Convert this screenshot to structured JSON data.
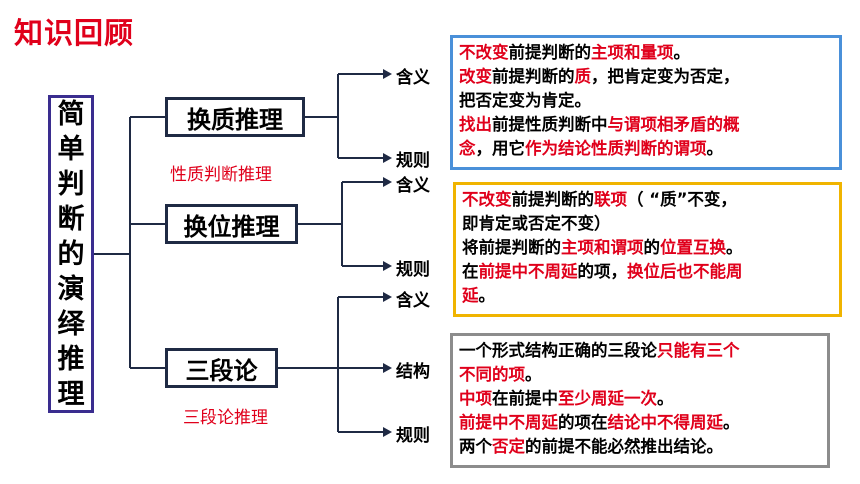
{
  "title": "知识回顾",
  "root": {
    "chars": [
      "简",
      "单",
      "判",
      "断",
      "的",
      "演",
      "绎",
      "推",
      "理"
    ]
  },
  "branches": [
    {
      "label": "换质推理",
      "subtitle": "性质判断推理",
      "leaf_a": "含义",
      "leaf_b": "规则"
    },
    {
      "label": "换位推理",
      "leaf_a": "含义",
      "leaf_b": "规则"
    },
    {
      "label": "三段论",
      "subtitle": "三段论推理",
      "leaf_a": "含义",
      "leaf_b": "结构",
      "leaf_c": "规则"
    }
  ],
  "panels": {
    "p1": {
      "border_color": "#4a90d9",
      "l1": {
        "a": "不改变",
        "b": "前提判断的",
        "c": "主项和量项",
        "d": "。"
      },
      "l2": {
        "a": "改变",
        "b": "前提判断的",
        "c": "质",
        "d": "，把肯定变为否定，"
      },
      "l3": "把否定变为肯定。",
      "l4": {
        "a": "找出",
        "b": "前提性质判断中",
        "c": "与谓项相矛盾的概"
      },
      "l5": {
        "a": "念",
        "b": "，用它",
        "c": "作为结论性质判断的谓项",
        "d": "。"
      }
    },
    "p2": {
      "border_color": "#f0b400",
      "l1": {
        "a": "不改变",
        "b": "前提判断的",
        "c": "联项",
        "d": "（ “质”不变，"
      },
      "l2": "即肯定或否定不变）",
      "l3": {
        "a": "将前提判断的",
        "b": "主项和谓项",
        "c": "的",
        "d": "位置互换",
        "e": "。"
      },
      "l4": {
        "a": "在",
        "b": "前提中不周延",
        "c": "的项，",
        "d": "换位后也不能周"
      },
      "l5": {
        "a": "延",
        "b": "。"
      }
    },
    "p3": {
      "border_color": "#8c8c8c",
      "l1": {
        "a": "一个形式结构正确的三段论",
        "b": "只能有三个"
      },
      "l2": {
        "a": "不同的项",
        "b": "。"
      },
      "l3": {
        "a": "中项",
        "b": "在前提中",
        "c": "至少周延一次",
        "d": "。"
      },
      "l4": {
        "a": "前提中不周延",
        "b": "的项在",
        "c": "结论中不得周延",
        "d": "。"
      },
      "l5": {
        "a": "两个",
        "b": "否定",
        "c": "的前提不能必然推出结论。"
      }
    }
  }
}
